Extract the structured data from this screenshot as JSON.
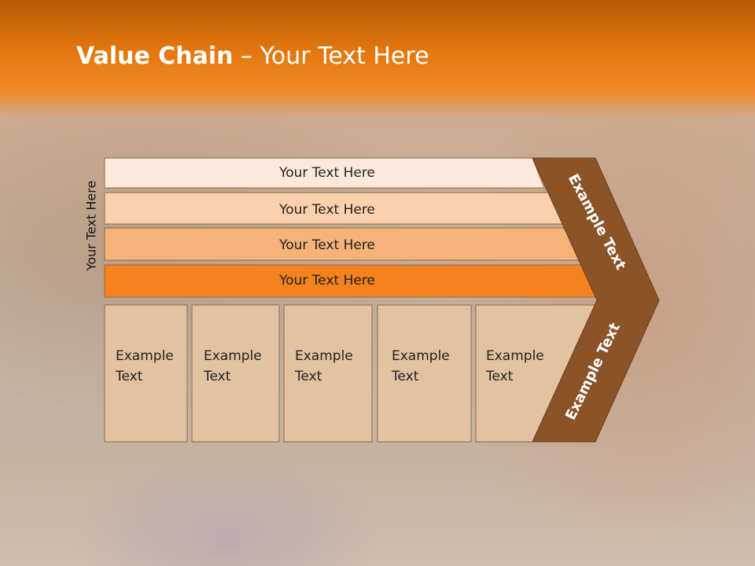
{
  "slide": {
    "title_bold": "Value Chain",
    "title_rest": " – Your Text Here",
    "side_label": "Your Text Here"
  },
  "bars": [
    {
      "label": "Your Text Here",
      "color": "#fde9dc"
    },
    {
      "label": "Your Text Here",
      "color": "#fbd0ad"
    },
    {
      "label": "Your Text Here",
      "color": "#f7b27a"
    },
    {
      "label": "Your Text Here",
      "color": "#f4821f"
    }
  ],
  "cells": [
    {
      "line1": "Example",
      "line2": "Text"
    },
    {
      "line1": "Example",
      "line2": "Text"
    },
    {
      "line1": "Example",
      "line2": "Text"
    },
    {
      "line1": "Example",
      "line2": "Text"
    },
    {
      "line1": "Example",
      "line2": "Text"
    }
  ],
  "chevron": {
    "upper_label": "Example Text",
    "lower_label": "Example Text",
    "color": "#8b5328"
  },
  "colors": {
    "cell_fill": "#e2c2a0",
    "title_bar": "#e5780e"
  }
}
